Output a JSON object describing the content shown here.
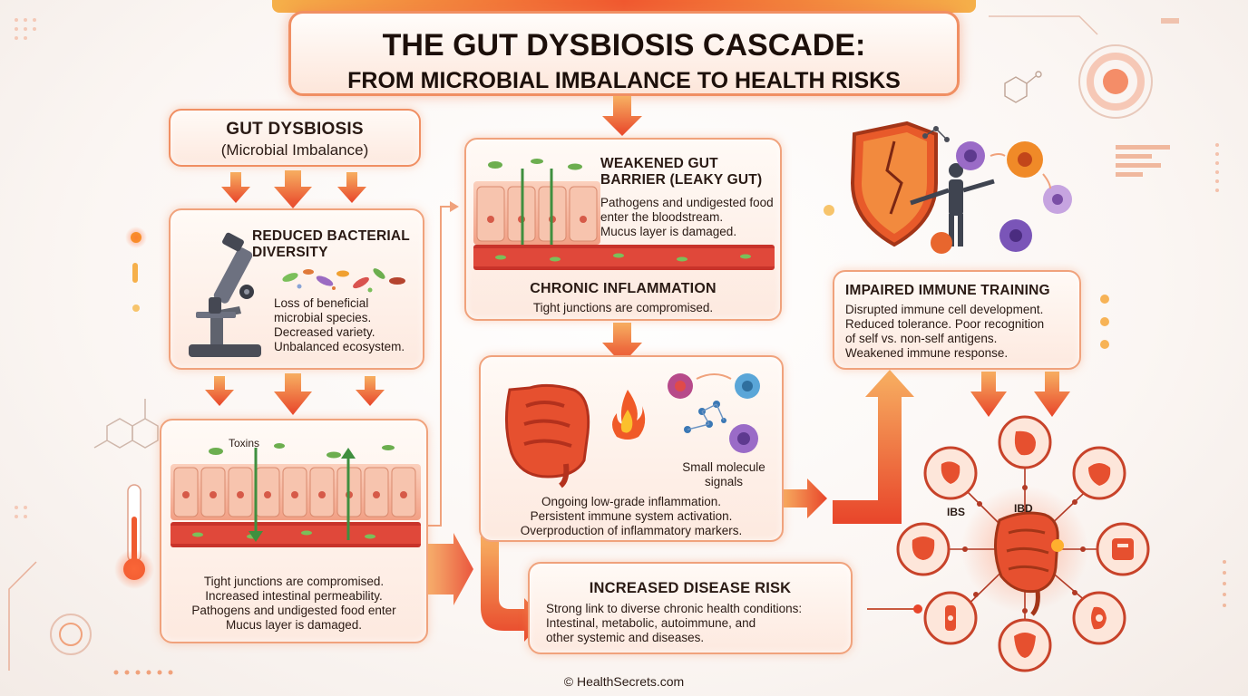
{
  "title": {
    "line1": "THE GUT DYSBIOSIS CASCADE:",
    "line2": "FROM MICROBIAL IMBALANCE TO HEALTH RISKS"
  },
  "gut_dysbiosis": {
    "heading": "GUT DYSBIOSIS",
    "subheading": "(Microbial Imbalance)"
  },
  "reduced_diversity": {
    "heading_1": "REDUCED BACTERIAL",
    "heading_2": "DIVERSITY",
    "lines": [
      "Loss of beneficial",
      "microbial species.",
      "Decreased variety.",
      "Unbalanced ecosystem."
    ]
  },
  "permeability": {
    "toxins_label": "Toxins",
    "lines": [
      "Tight junctions are compromised.",
      "Increased intestinal permeability.",
      "Pathogens and undigested food enter",
      "Mucus layer is damaged."
    ]
  },
  "leaky_gut": {
    "heading_1": "WEAKENED GUT",
    "heading_2": "BARRIER (LEAKY GUT)",
    "lines": [
      "Pathogens and undigested food",
      "enter the bloodstream.",
      "Mucus layer is damaged."
    ],
    "sub_heading": "CHRONIC INFLAMMATION",
    "sub_line": "Tight junctions are compromised."
  },
  "inflammation": {
    "signals_label_1": "Small molecule",
    "signals_label_2": "signals",
    "lines": [
      "Ongoing low-grade inflammation.",
      "Persistent immune system activation.",
      "Overproduction of inflammatory markers."
    ]
  },
  "immune": {
    "heading": "IMPAIRED IMMUNE TRAINING",
    "lines": [
      "Disrupted immune cell development.",
      "Reduced tolerance. Poor recognition",
      "of self vs. non-self antigens.",
      "Weakened immune response."
    ]
  },
  "disease": {
    "heading": "INCREASED DISEASE RISK",
    "lines": [
      "Strong link to diverse chronic health conditions:",
      "Intestinal, metabolic, autoimmune, and",
      "other systemic and diseases."
    ]
  },
  "disease_hub": {
    "ibs_label": "IBS",
    "ibd_label": "IBD"
  },
  "footer": "© HealthSecrets.com",
  "colors": {
    "accent_orange": "#f0582f",
    "box_border": "#f0a27c",
    "arrow_gradient_start": "#f7b062",
    "arrow_gradient_end": "#e8452a"
  }
}
